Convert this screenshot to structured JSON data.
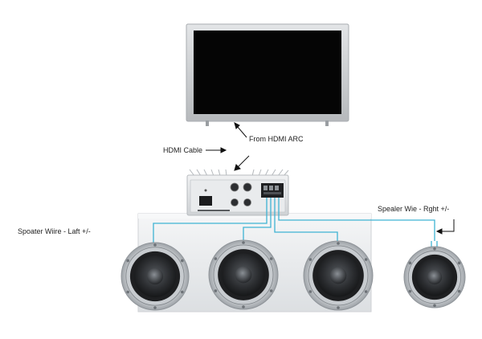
{
  "labels": {
    "from_hdmi_arc": "From HDMI ARC",
    "hdmi_cable": "HDMI Cable",
    "speaker_wire_left": "Spoater Wiire - Laft +/-",
    "speaker_wire_right": "Spealer Wie - Rght +/-"
  },
  "colors": {
    "wire": "#3fb3d3",
    "tv_frame": "#c8cacc",
    "tv_screen": "#050505",
    "amp_body": "#e4e6e8",
    "enclosure": "#eceef0",
    "speaker_ring": "#b9bdc1",
    "speaker_cone": "#2a2c2f"
  },
  "icons": {
    "tv": "television-icon",
    "amplifier": "amplifier-icon",
    "speaker": "speaker-icon",
    "arrow": "arrow-icon"
  }
}
